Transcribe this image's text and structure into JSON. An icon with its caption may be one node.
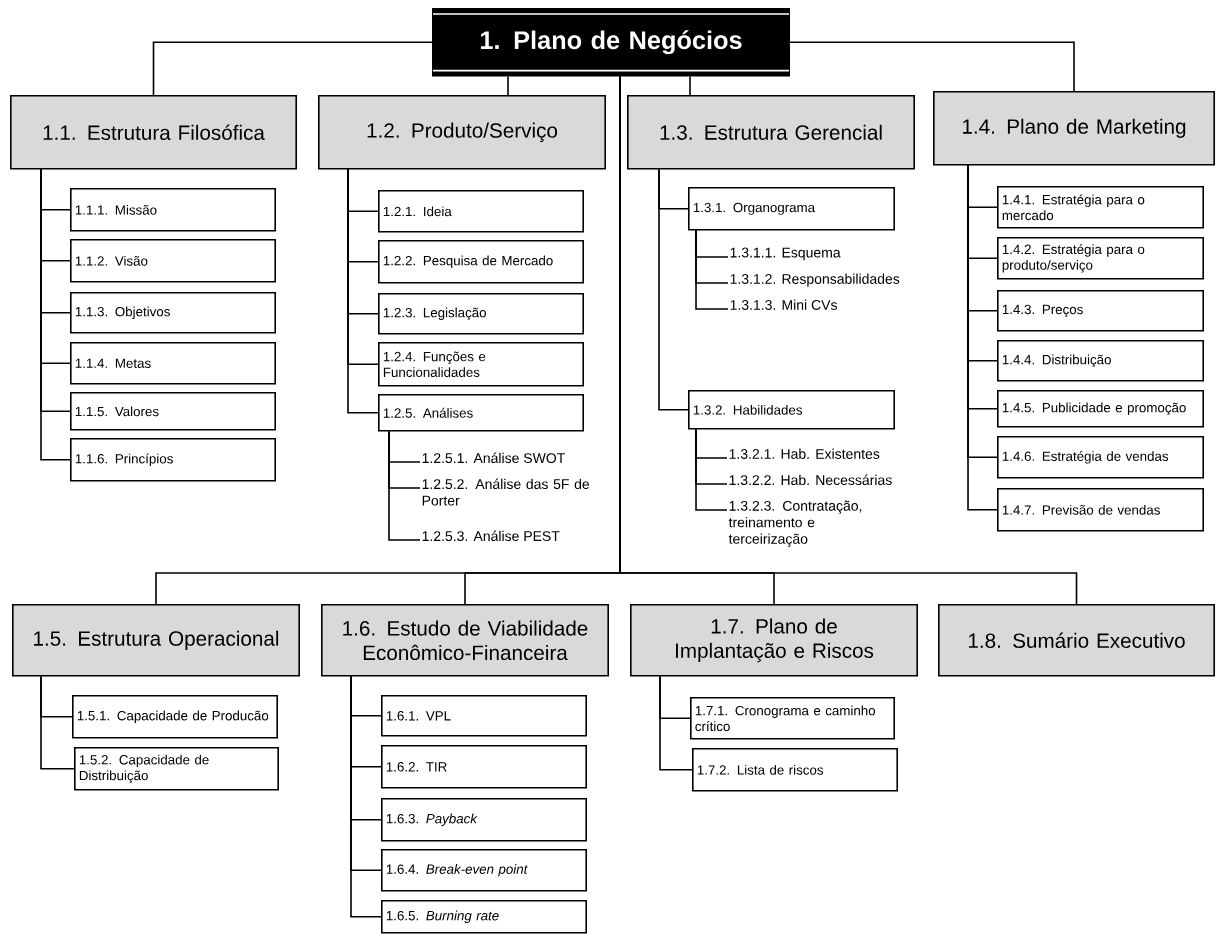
{
  "diagram": {
    "nodes": [
      {
        "text": [
          "1. Plano de Negócios"
        ]
      },
      {
        "text": [
          "1.1. Estrutura Filosófica"
        ]
      },
      {
        "text": [
          "1.2. Produto/Serviço"
        ]
      },
      {
        "text": [
          "1.3. Estrutura Gerencial"
        ]
      },
      {
        "text": [
          "1.4. Plano de Marketing"
        ]
      },
      {
        "text": [
          "1.1.1. Missão"
        ]
      },
      {
        "text": [
          "1.1.2. Visão"
        ]
      },
      {
        "text": [
          "1.1.3. Objetivos"
        ]
      },
      {
        "text": [
          "1.1.4. Metas"
        ]
      },
      {
        "text": [
          "1.1.5. Valores"
        ]
      },
      {
        "text": [
          "1.1.6. Princípios"
        ]
      },
      {
        "text": [
          "1.2.1. Ideia"
        ]
      },
      {
        "text": [
          "1.2.2. Pesquisa de Mercado"
        ]
      },
      {
        "text": [
          "1.2.3. Legislação"
        ]
      },
      {
        "text": [
          "1.2.4. Funções e Funcionalidades"
        ]
      },
      {
        "text": [
          "1.2.5. Análises"
        ]
      },
      {
        "text": [
          "1.2.5.1. Análise SWOT"
        ]
      },
      {
        "text": [
          "1.2.5.2. Análise das 5F de Porter"
        ]
      },
      {
        "text": [
          "1.2.5.3. Análise PEST"
        ]
      },
      {
        "text": [
          "1.3.1. Organograma"
        ]
      },
      {
        "text": [
          "1.3.1.1. Esquema"
        ]
      },
      {
        "text": [
          "1.3.1.2. Responsabilidades"
        ]
      },
      {
        "text": [
          "1.3.1.3. Mini CVs"
        ]
      },
      {
        "text": [
          "1.3.2. Habilidades"
        ]
      },
      {
        "text": [
          "1.3.2.1. Hab. Existentes"
        ]
      },
      {
        "text": [
          "1.3.2.2. Hab. Necessárias"
        ]
      },
      {
        "text": [
          "1.3.2.3. Contratação, treinamento e terceirização"
        ]
      },
      {
        "text": [
          "1.4.1. Estratégia para o mercado"
        ]
      },
      {
        "text": [
          "1.4.2. Estratégia para o produto/serviço"
        ]
      },
      {
        "text": [
          "1.4.3. Preços"
        ]
      },
      {
        "text": [
          "1.4.4. Distribuição"
        ]
      },
      {
        "text": [
          "1.4.5. Publicidade e promoção"
        ]
      },
      {
        "text": [
          "1.4.6. Estratégia de vendas"
        ]
      },
      {
        "text": [
          "1.4.7. Previsão de vendas"
        ]
      },
      {
        "text": [
          "1.5. Estrutura Operacional"
        ]
      },
      {
        "text": [
          "1.6. Estudo de Viabilidade Econômico-Financeira"
        ]
      },
      {
        "text": [
          "1.7. Plano de Implantação e Riscos"
        ]
      },
      {
        "text": [
          "1.8. Sumário Executivo"
        ]
      },
      {
        "text": [
          "1.5.1. Capacidade de Producão"
        ]
      },
      {
        "text": [
          "1.5.2. Capacidade de Distribuição"
        ]
      },
      {
        "text": [
          "1.6.1. VPL"
        ]
      },
      {
        "text": [
          "1.6.2. TIR"
        ]
      },
      {
        "text": [
          "1.6.3. *Payback*"
        ]
      },
      {
        "text": [
          "1.6.4. *Break-even point*"
        ]
      },
      {
        "text": [
          "1.6.5. *Burning rate*"
        ]
      },
      {
        "text": [
          "1.7.1. Cronograma e caminho crítico"
        ]
      },
      {
        "text": [
          "1.7.2. Lista de riscos"
        ]
      }
    ],
    "edges": [
      {
        "from": 0,
        "to": 1,
        "arrow": "none"
      },
      {
        "from": 0,
        "to": 2,
        "arrow": "none"
      },
      {
        "from": 0,
        "to": 3,
        "arrow": "none"
      },
      {
        "from": 0,
        "to": 4,
        "arrow": "none"
      },
      {
        "from": 1,
        "to": 5,
        "arrow": "none"
      },
      {
        "from": 1,
        "to": 6,
        "arrow": "none"
      },
      {
        "from": 1,
        "to": 7,
        "arrow": "none"
      },
      {
        "from": 1,
        "to": 8,
        "arrow": "none"
      },
      {
        "from": 1,
        "to": 9,
        "arrow": "none"
      },
      {
        "from": 1,
        "to": 10,
        "arrow": "none"
      },
      {
        "from": 2,
        "to": 11,
        "arrow": "none"
      },
      {
        "from": 2,
        "to": 12,
        "arrow": "none"
      },
      {
        "from": 2,
        "to": 13,
        "arrow": "none"
      },
      {
        "from": 2,
        "to": 14,
        "arrow": "none"
      },
      {
        "from": 2,
        "to": 15,
        "arrow": "none"
      },
      {
        "from": 15,
        "to": 16,
        "arrow": "none"
      },
      {
        "from": 15,
        "to": 17,
        "arrow": "none"
      },
      {
        "from": 15,
        "to": 18,
        "arrow": "none"
      },
      {
        "from": 3,
        "to": 19,
        "arrow": "none"
      },
      {
        "from": 19,
        "to": 20,
        "arrow": "none"
      },
      {
        "from": 19,
        "to": 21,
        "arrow": "none"
      },
      {
        "from": 19,
        "to": 22,
        "arrow": "none"
      },
      {
        "from": 3,
        "to": 23,
        "arrow": "none"
      },
      {
        "from": 23,
        "to": 24,
        "arrow": "none"
      },
      {
        "from": 23,
        "to": 25,
        "arrow": "none"
      },
      {
        "from": 23,
        "to": 26,
        "arrow": "none"
      },
      {
        "from": 4,
        "to": 27,
        "arrow": "none"
      },
      {
        "from": 4,
        "to": 28,
        "arrow": "none"
      },
      {
        "from": 4,
        "to": 29,
        "arrow": "none"
      },
      {
        "from": 4,
        "to": 30,
        "arrow": "none"
      },
      {
        "from": 4,
        "to": 31,
        "arrow": "none"
      },
      {
        "from": 4,
        "to": 32,
        "arrow": "none"
      },
      {
        "from": 4,
        "to": 33,
        "arrow": "none"
      },
      {
        "from": 0,
        "to": 34,
        "arrow": "none"
      },
      {
        "from": 0,
        "to": 35,
        "arrow": "none"
      },
      {
        "from": 0,
        "to": 36,
        "arrow": "none"
      },
      {
        "from": 0,
        "to": 37,
        "arrow": "none"
      },
      {
        "from": 34,
        "to": 38,
        "arrow": "none"
      },
      {
        "from": 34,
        "to": 39,
        "arrow": "none"
      },
      {
        "from": 35,
        "to": 40,
        "arrow": "none"
      },
      {
        "from": 35,
        "to": 41,
        "arrow": "none"
      },
      {
        "from": 35,
        "to": 42,
        "arrow": "none"
      },
      {
        "from": 35,
        "to": 43,
        "arrow": "none"
      },
      {
        "from": 35,
        "to": 44,
        "arrow": "none"
      },
      {
        "from": 36,
        "to": 45,
        "arrow": "none"
      },
      {
        "from": 36,
        "to": 46,
        "arrow": "none"
      }
    ]
  }
}
